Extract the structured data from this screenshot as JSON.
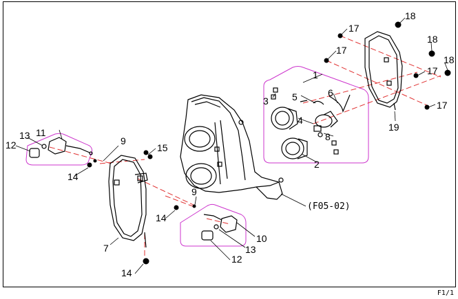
{
  "sheet": "F1/1",
  "reference": "(F05-02)",
  "callouts": [
    {
      "id": "c1",
      "text": "1"
    },
    {
      "id": "c2",
      "text": "2"
    },
    {
      "id": "c3",
      "text": "3"
    },
    {
      "id": "c4",
      "text": "4"
    },
    {
      "id": "c5",
      "text": "5"
    },
    {
      "id": "c6",
      "text": "6"
    },
    {
      "id": "c7",
      "text": "7"
    },
    {
      "id": "c8",
      "text": "8"
    },
    {
      "id": "c9a",
      "text": "9"
    },
    {
      "id": "c9b",
      "text": "9"
    },
    {
      "id": "c10",
      "text": "10"
    },
    {
      "id": "c11",
      "text": "11"
    },
    {
      "id": "c12a",
      "text": "12"
    },
    {
      "id": "c12b",
      "text": "12"
    },
    {
      "id": "c13a",
      "text": "13"
    },
    {
      "id": "c13b",
      "text": "13"
    },
    {
      "id": "c14a",
      "text": "14"
    },
    {
      "id": "c14b",
      "text": "14"
    },
    {
      "id": "c14c",
      "text": "14"
    },
    {
      "id": "c15",
      "text": "15"
    },
    {
      "id": "c17a",
      "text": "17"
    },
    {
      "id": "c17b",
      "text": "17"
    },
    {
      "id": "c17c",
      "text": "17"
    },
    {
      "id": "c17d",
      "text": "17"
    },
    {
      "id": "c18a",
      "text": "18"
    },
    {
      "id": "c18b",
      "text": "18"
    },
    {
      "id": "c18c",
      "text": "18"
    },
    {
      "id": "c19",
      "text": "19"
    }
  ],
  "colors": {
    "ink": "#000000",
    "group_outline": "#cc33cc",
    "centerline": "#e03030"
  }
}
